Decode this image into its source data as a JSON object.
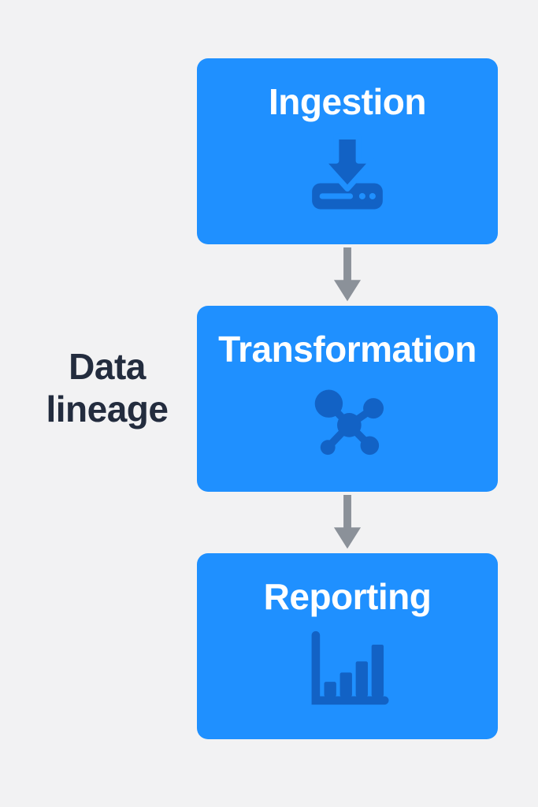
{
  "diagram": {
    "title": "Data lineage",
    "nodes": [
      {
        "label": "Ingestion",
        "icon": "download-icon"
      },
      {
        "label": "Transformation",
        "icon": "network-icon"
      },
      {
        "label": "Reporting",
        "icon": "bar-chart-icon"
      }
    ],
    "colors": {
      "background": "#f2f2f3",
      "node_fill": "#1f90ff",
      "node_text": "#ffffff",
      "icon_fill": "#1262c5",
      "arrow": "#8b9199",
      "side_label_text": "#232c3e"
    }
  }
}
